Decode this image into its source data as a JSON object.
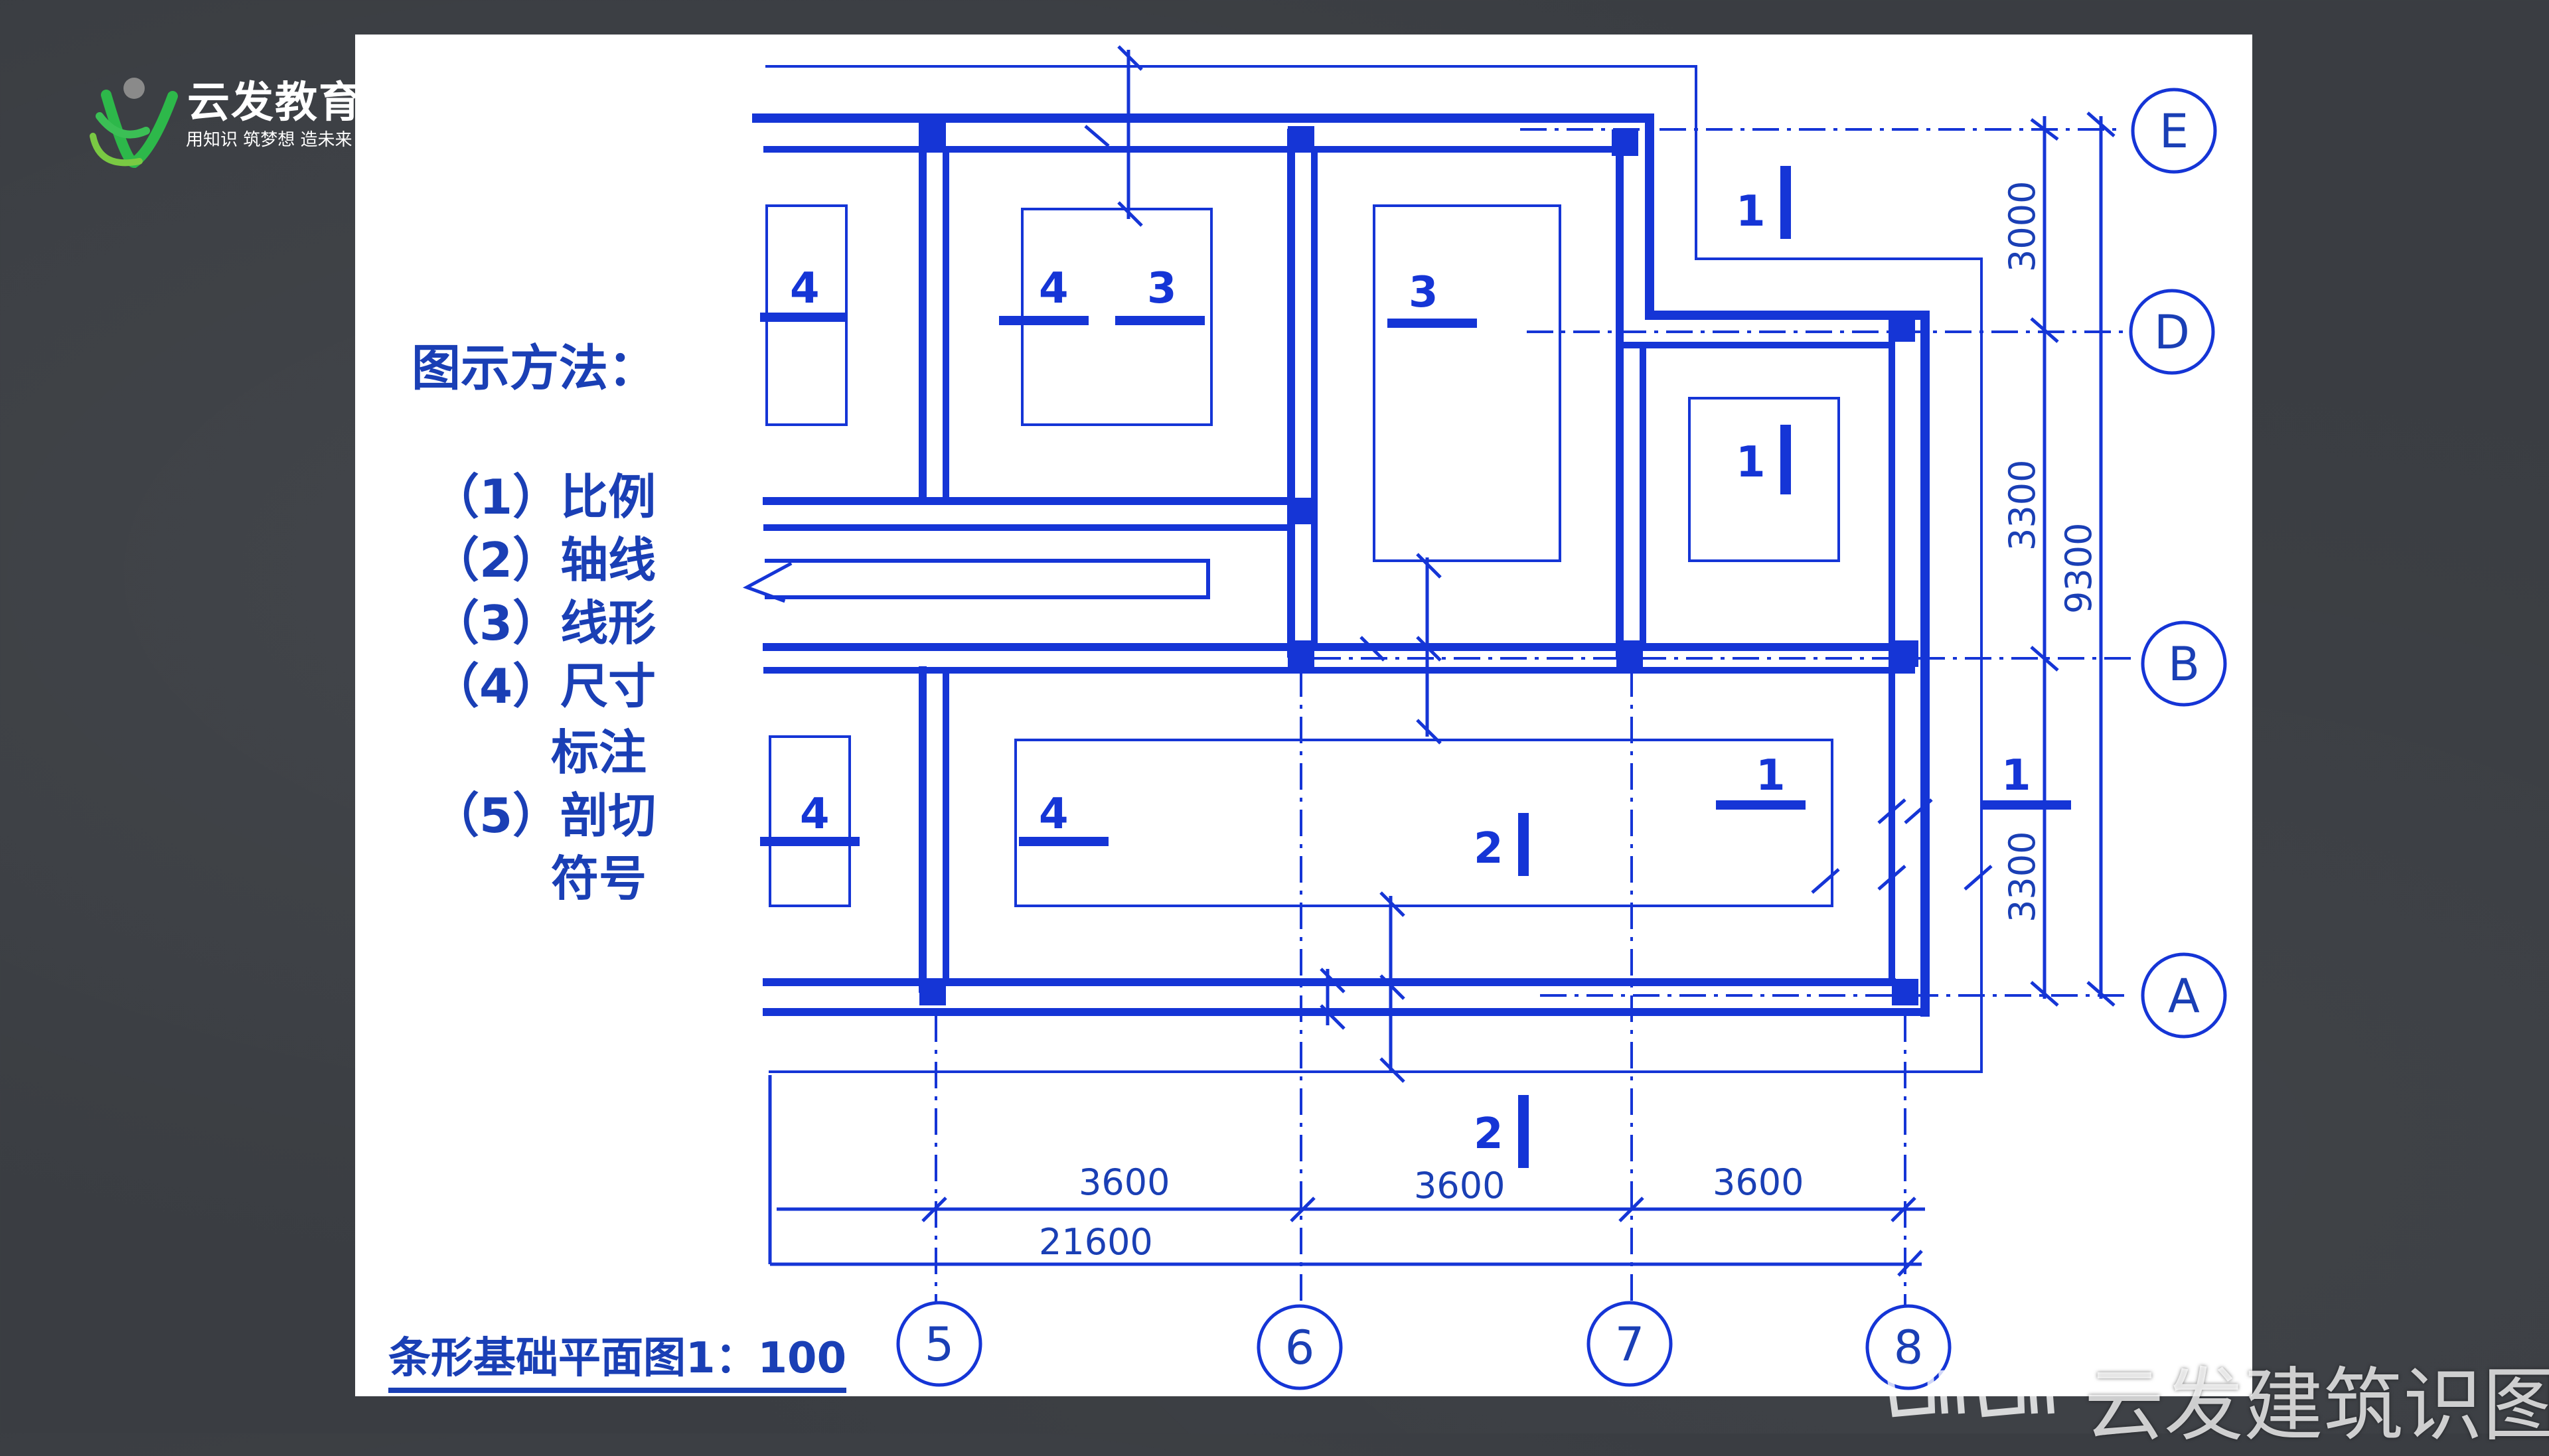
{
  "logo": {
    "name": "云发教育",
    "slogan": "用知识 筑梦想 造未来"
  },
  "legend": {
    "title": "图示方法：",
    "items": [
      "（1）比例",
      "（2）轴线",
      "（3）线形",
      "（4）尺寸",
      "标注",
      "（5）剖切",
      "符号"
    ]
  },
  "plan_title": "条形基础平面图1：100",
  "axes": {
    "columns": [
      "5",
      "6",
      "7",
      "8"
    ],
    "rows": [
      "E",
      "D",
      "B",
      "A"
    ]
  },
  "dimensions": {
    "bottom_spans": [
      "3600",
      "3600",
      "3600"
    ],
    "bottom_total": "21600",
    "right_spans": [
      "3000",
      "3300",
      "3300"
    ],
    "right_total": "9300"
  },
  "foundation_labels": {
    "section_4_top_left": "4",
    "section_4_top_mid": "4",
    "section_3_top_mid": "3",
    "section_3_top_right": "3",
    "section_1_top": "1",
    "section_1_mid_right": "1",
    "section_4_bottom_left": "4",
    "section_4_bottom_mid": "4",
    "section_2_center": "2",
    "section_1_bottom_right": "1",
    "section_1_outer_right": "1",
    "section_2_bottom": "2"
  },
  "watermark": "云发建筑识图",
  "colors": {
    "line": "#1535d6",
    "text": "#1a3fb5",
    "background": "#3a3d42"
  }
}
